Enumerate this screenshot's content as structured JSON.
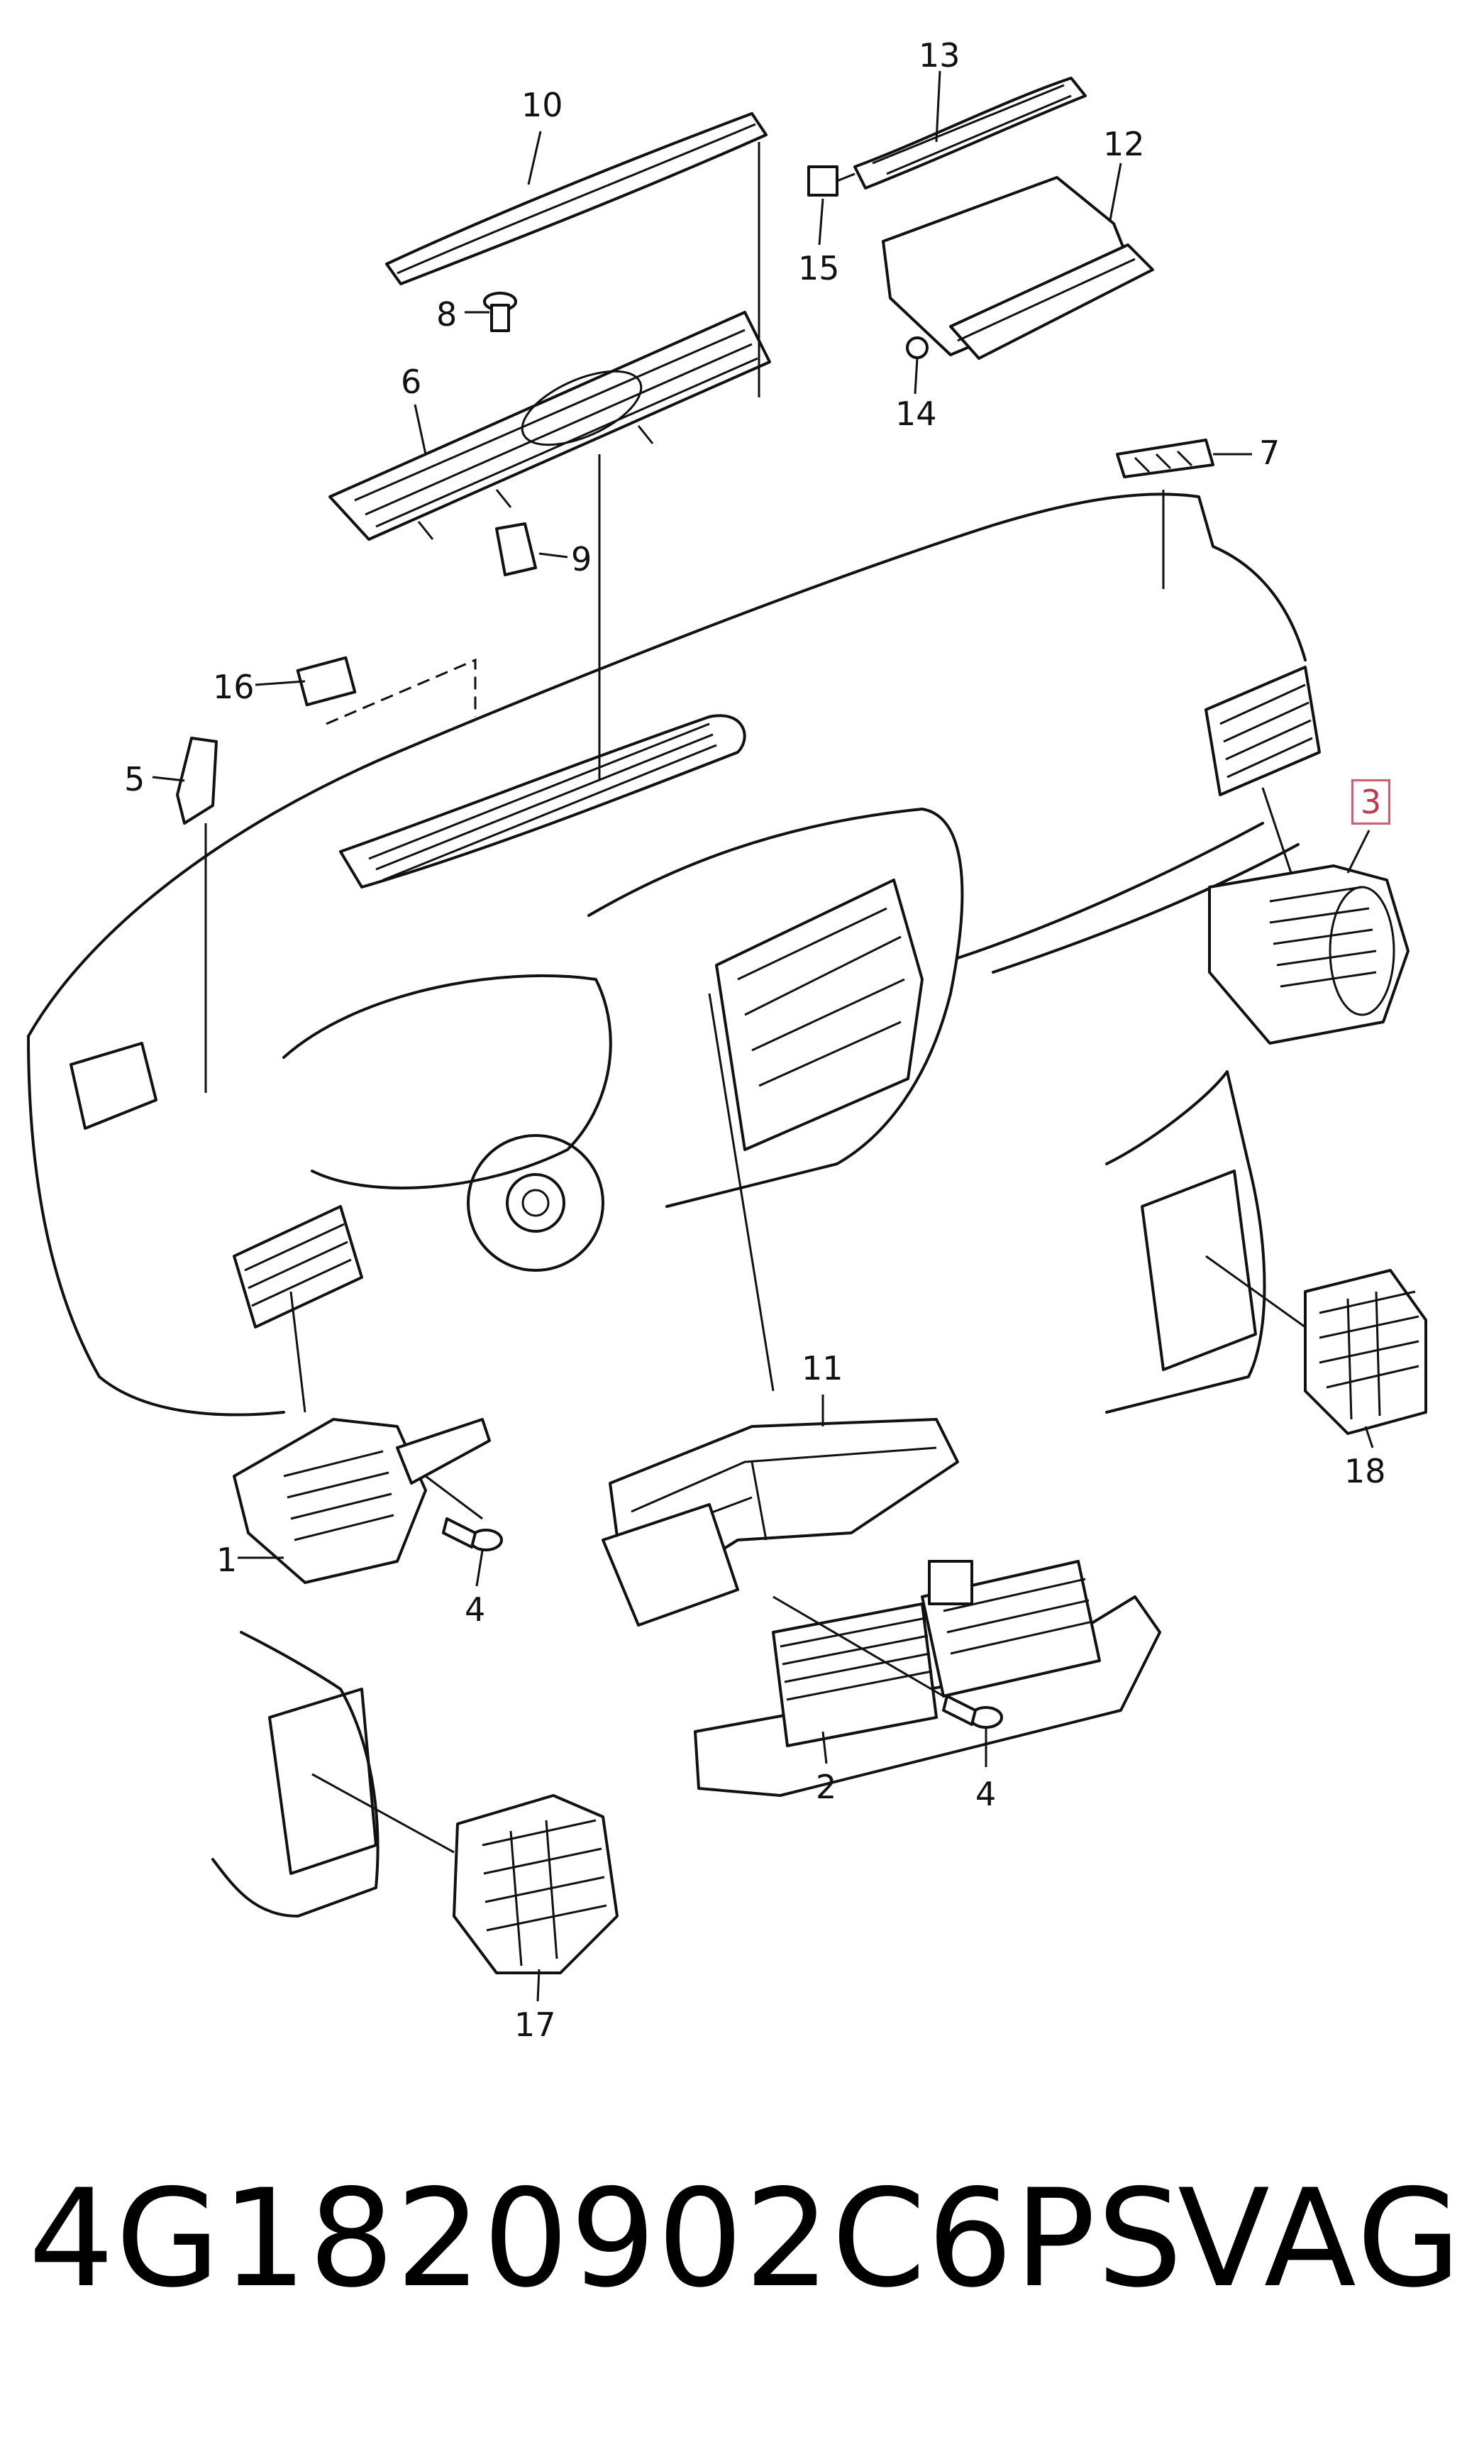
{
  "callouts": [
    {
      "id": "c10",
      "label": "10",
      "boxed": false
    },
    {
      "id": "c13",
      "label": "13",
      "boxed": false
    },
    {
      "id": "c12",
      "label": "12",
      "boxed": false
    },
    {
      "id": "c8",
      "label": "8",
      "boxed": false
    },
    {
      "id": "c15",
      "label": "15",
      "boxed": false
    },
    {
      "id": "c6",
      "label": "6",
      "boxed": false
    },
    {
      "id": "c14",
      "label": "14",
      "boxed": false
    },
    {
      "id": "c7",
      "label": "7",
      "boxed": false
    },
    {
      "id": "c9",
      "label": "9",
      "boxed": false
    },
    {
      "id": "c16",
      "label": "16",
      "boxed": false
    },
    {
      "id": "c5",
      "label": "5",
      "boxed": false
    },
    {
      "id": "c3",
      "label": "3",
      "boxed": true
    },
    {
      "id": "c11",
      "label": "11",
      "boxed": false
    },
    {
      "id": "c18",
      "label": "18",
      "boxed": false
    },
    {
      "id": "c1",
      "label": "1",
      "boxed": false
    },
    {
      "id": "c4a",
      "label": "4",
      "boxed": false
    },
    {
      "id": "c2",
      "label": "2",
      "boxed": false
    },
    {
      "id": "c4b",
      "label": "4",
      "boxed": false
    },
    {
      "id": "c17",
      "label": "17",
      "boxed": false
    }
  ],
  "footer": {
    "part_number": "4G1820902C6PS",
    "brand": "VAG"
  },
  "colors": {
    "line": "#111111",
    "highlight_box": "#e0566b",
    "background": "#ffffff"
  }
}
